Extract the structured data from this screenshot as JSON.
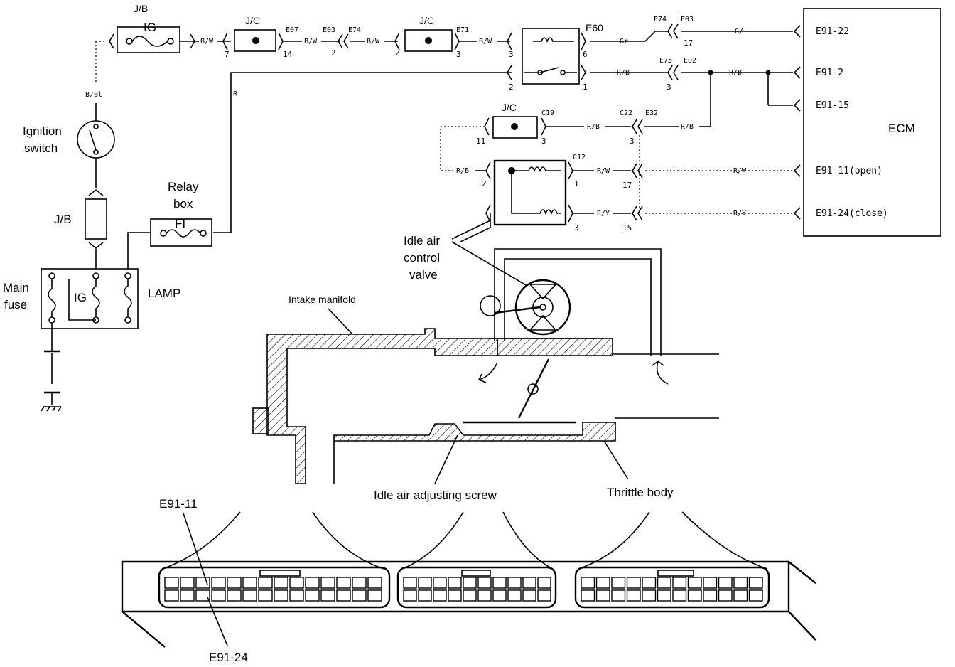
{
  "labels": {
    "jb_top": "J/B",
    "ig_fuse_top": "IG",
    "jc1": "J/C",
    "jc2": "J/C",
    "jc3": "J/C",
    "e07": "E07",
    "e03a": "E03",
    "e74a": "E74",
    "e71": "E71",
    "e60": "E60",
    "e74b": "E74",
    "e03b": "E03",
    "e75": "E75",
    "e02": "E02",
    "c19": "C19",
    "c22": "C22",
    "e32": "E32",
    "c12": "C12",
    "ignition_switch_l1": "Ignition",
    "ignition_switch_l2": "switch",
    "jb_left": "J/B",
    "relay_box_l1": "Relay",
    "relay_box_l2": "box",
    "fi_fuse": "FI",
    "main_fuse_l1": "Main",
    "main_fuse_l2": "fuse",
    "ig_main": "IG",
    "lamp": "LAMP",
    "iacv_l1": "Idle air",
    "iacv_l2": "control",
    "iacv_l3": "valve",
    "intake_manifold": "Intake manifold",
    "adjusting_screw": "Idle air adjusting screw",
    "throttle_body": "Thrittle body",
    "ecm": "ECM",
    "e91_22": "E91-22",
    "e91_2": "E91-2",
    "e91_15": "E91-15",
    "e91_11_open": "E91-11(open)",
    "e91_24_close": "E91-24(close)",
    "conn_e91_11": "E91-11",
    "conn_e91_24": "E91-24"
  },
  "wire_colors": {
    "bw1": "B/W",
    "bw2": "B/W",
    "bw3": "B/W",
    "bw4": "B/W",
    "gr1": "Gr",
    "gr2": "G/",
    "rb1": "R/B",
    "rb2": "R/B",
    "rb3": "R/B",
    "rb4": "R/B",
    "rb5": "R/B",
    "rw": "R/W",
    "rw2": "R/W",
    "ry": "R/Y",
    "ry2": "R/Y",
    "bbl": "B/Bl",
    "r": "R"
  },
  "pins": {
    "p7": "7",
    "p14": "14",
    "p2a": "2",
    "p4": "4",
    "p3a": "3",
    "p3b": "3",
    "p6": "6",
    "p2b": "2",
    "p1a": "1",
    "p17a": "17",
    "p3c": "3",
    "p11": "11",
    "p3d": "3",
    "p3e": "3",
    "p2c": "2",
    "p1b": "1",
    "p3f": "3",
    "p17b": "17",
    "p15": "15"
  }
}
